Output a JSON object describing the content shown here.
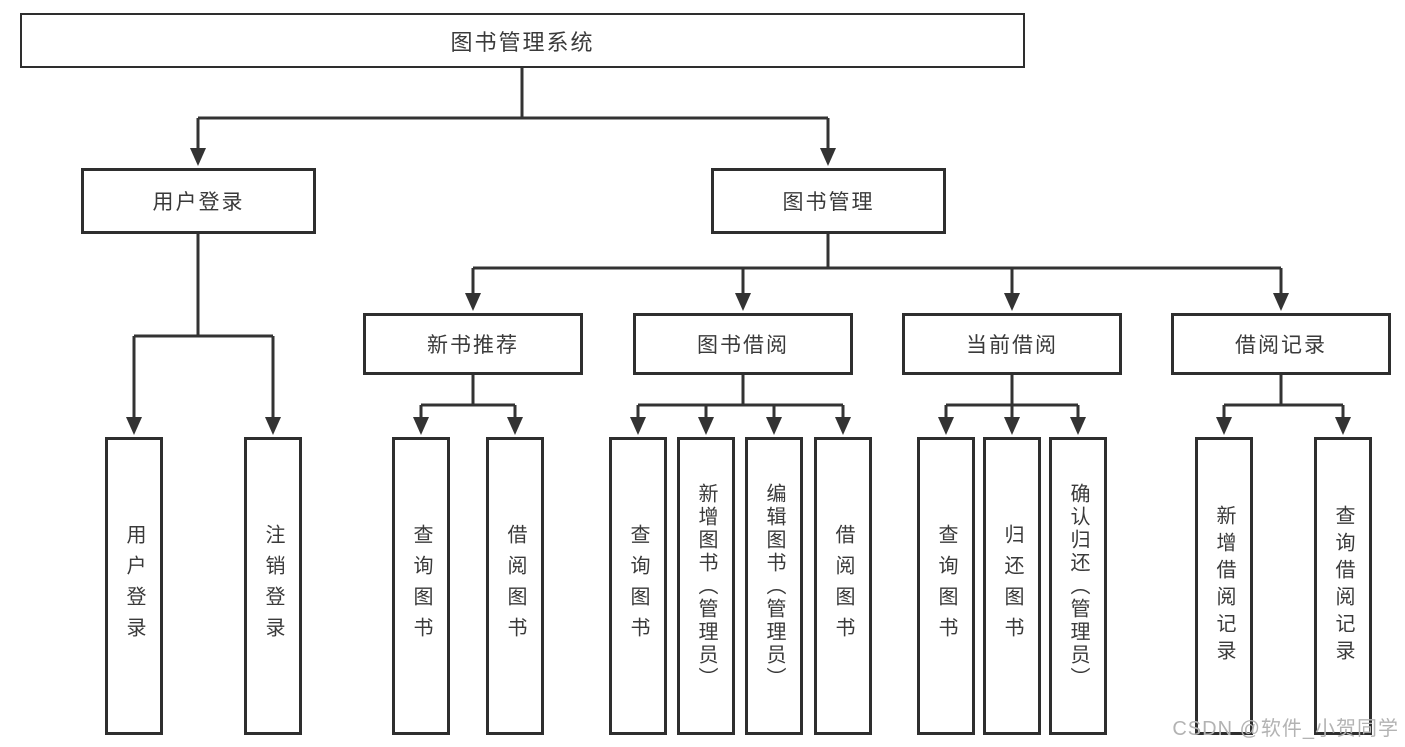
{
  "tree": {
    "root": {
      "label": "图书管理系统"
    },
    "children": [
      {
        "label": "用户登录",
        "children": [
          {
            "label": "用户登录"
          },
          {
            "label": "注销登录"
          }
        ]
      },
      {
        "label": "图书管理",
        "children": [
          {
            "label": "新书推荐",
            "children": [
              {
                "label": "查询图书"
              },
              {
                "label": "借阅图书"
              }
            ]
          },
          {
            "label": "图书借阅",
            "children": [
              {
                "label": "查询图书"
              },
              {
                "label": "新增图书（管理员）"
              },
              {
                "label": "编辑图书（管理员）"
              },
              {
                "label": "借阅图书"
              }
            ]
          },
          {
            "label": "当前借阅",
            "children": [
              {
                "label": "查询图书"
              },
              {
                "label": "归还图书"
              },
              {
                "label": "确认归还（管理员）"
              }
            ]
          },
          {
            "label": "借阅记录",
            "children": [
              {
                "label": "新增借阅记录"
              },
              {
                "label": "查询借阅记录"
              }
            ]
          }
        ]
      }
    ]
  },
  "watermark": "CSDN @软件_小贺同学",
  "colors": {
    "line": "#333333",
    "border": "#2e2e2e",
    "text": "#3a3a3a",
    "background": "#ffffff",
    "watermark": "#b3b3b3"
  }
}
